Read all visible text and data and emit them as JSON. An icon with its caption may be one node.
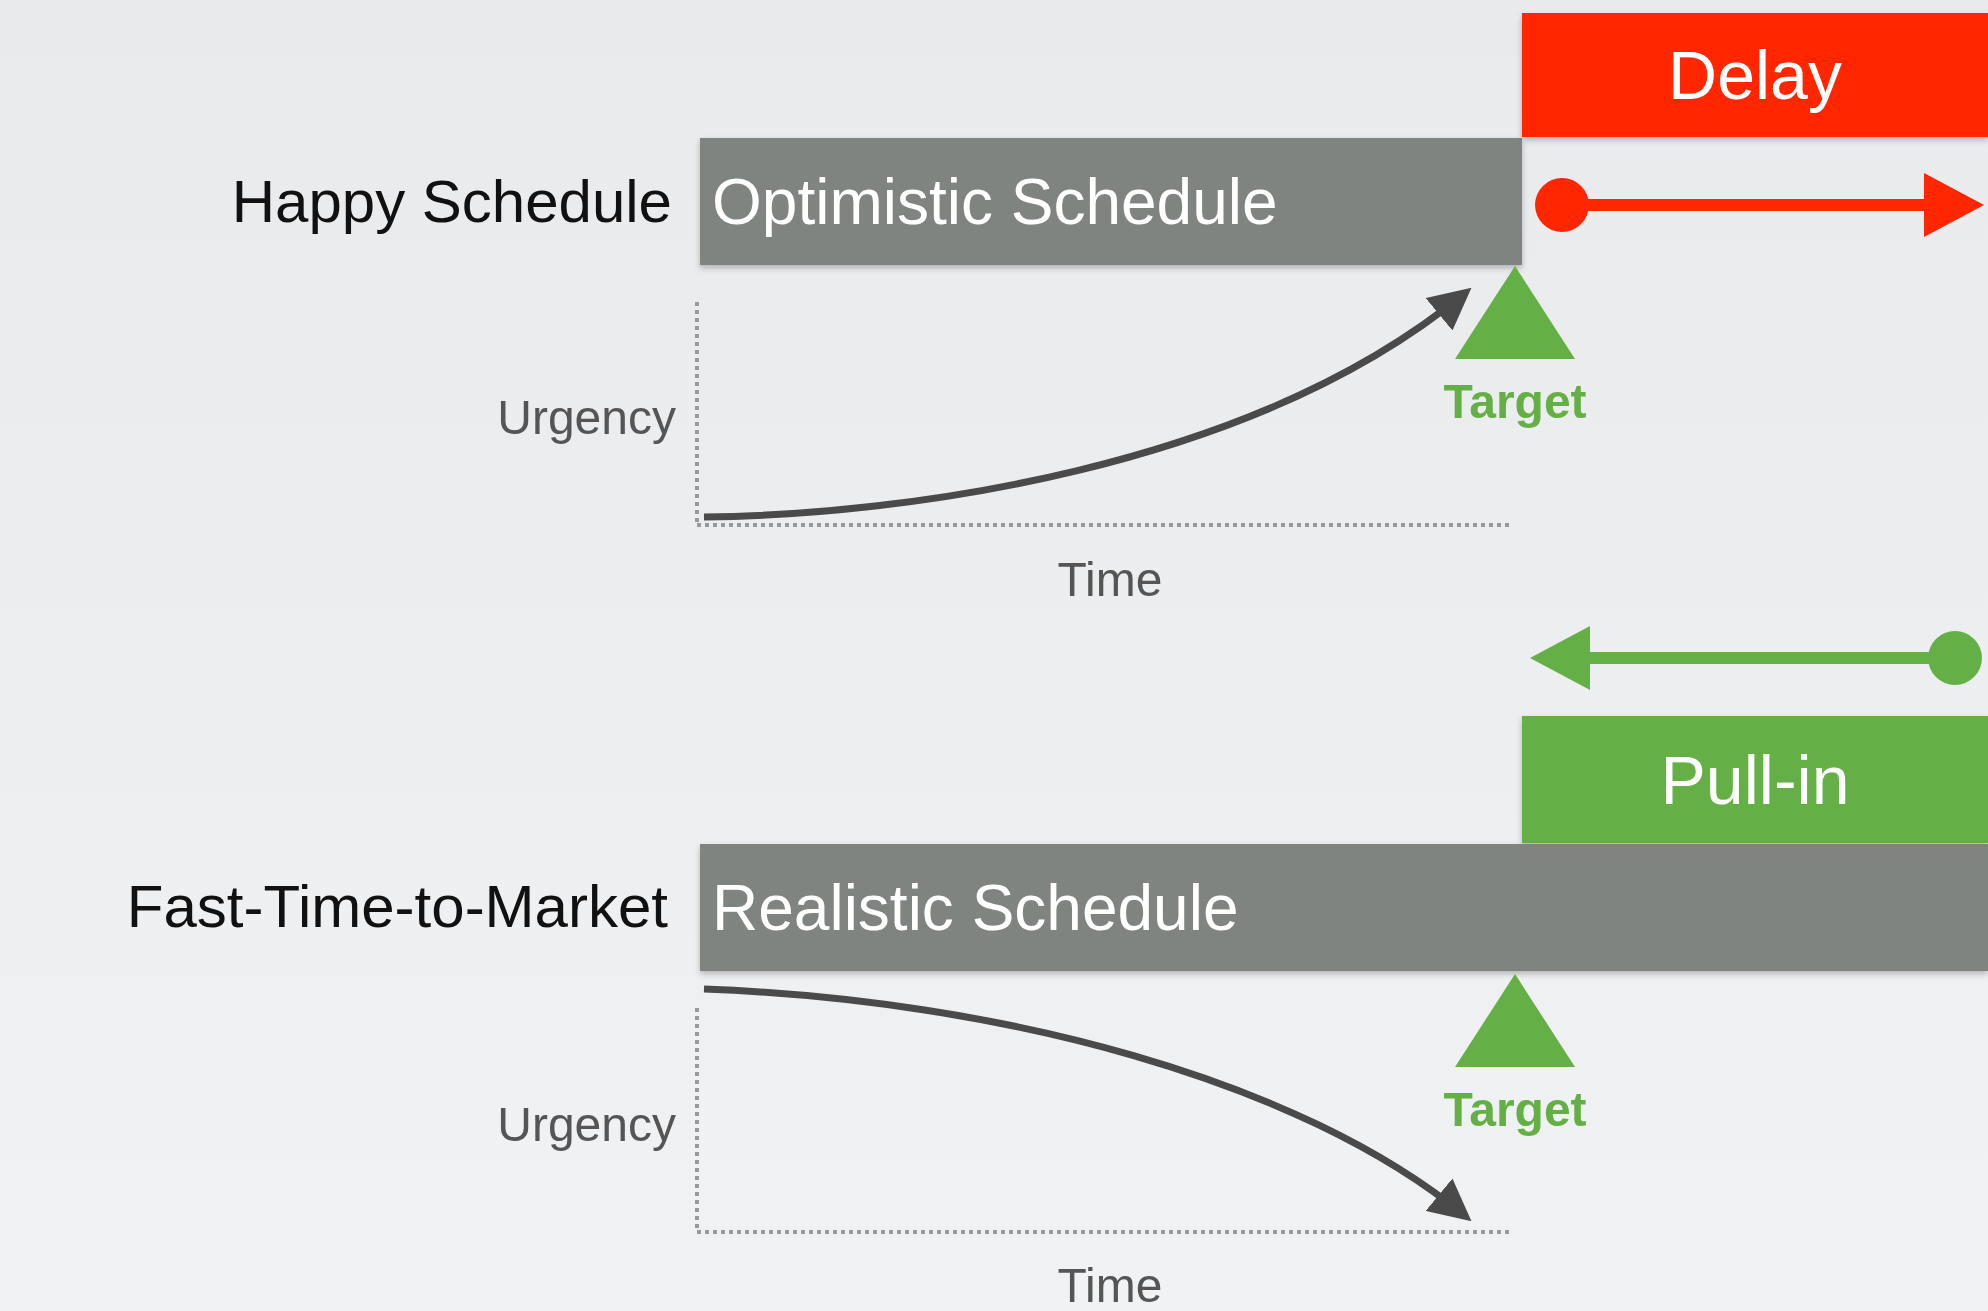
{
  "diagram": {
    "nodes": [
      {
        "text": [
          "Delay"
        ]
      },
      {
        "text": [
          "Optimistic Schedule"
        ],
        "beside": [
          "Happy Schedule"
        ]
      },
      {
        "text": [
          "Pull-in"
        ]
      },
      {
        "text": [
          "Realistic Schedule"
        ],
        "beside": [
          "Fast-Time-to-Market"
        ]
      },
      {
        "text": [
          "Target"
        ]
      },
      {
        "text": [
          "Target"
        ]
      }
    ],
    "edges": [],
    "labels": [
      "Urgency",
      "Time",
      "Urgency",
      "Time"
    ]
  }
}
